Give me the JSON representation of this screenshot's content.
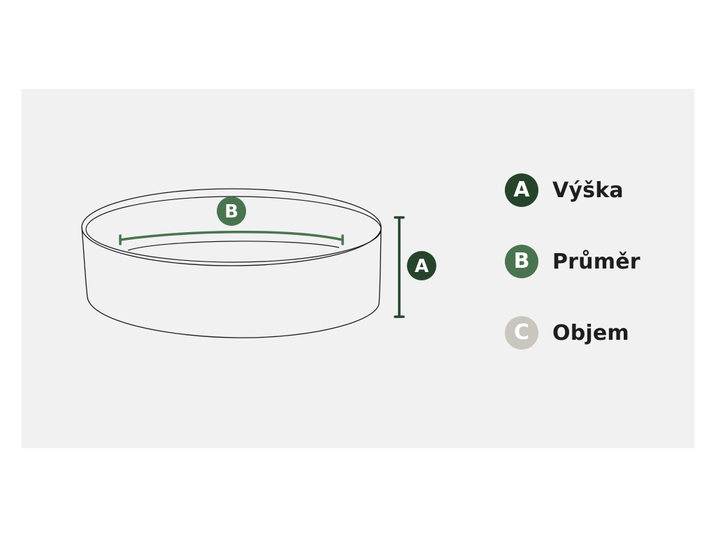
{
  "colors": {
    "background": "#f1f1f1",
    "badge_a": "#26442c",
    "badge_b": "#4a744f",
    "badge_c": "#c9c6be",
    "measure_a": "#26442c",
    "measure_b": "#4a744f",
    "outline": "#1a1a1a",
    "label_text": "#1e1e1e"
  },
  "diagram": {
    "object": "round bowl / pot outline",
    "marker_a": "A",
    "marker_b": "B"
  },
  "legend": [
    {
      "letter": "A",
      "label": "Výška",
      "color": "#26442c"
    },
    {
      "letter": "B",
      "label": "Průměr",
      "color": "#4a744f"
    },
    {
      "letter": "C",
      "label": "Objem",
      "color": "#c9c6be"
    }
  ]
}
